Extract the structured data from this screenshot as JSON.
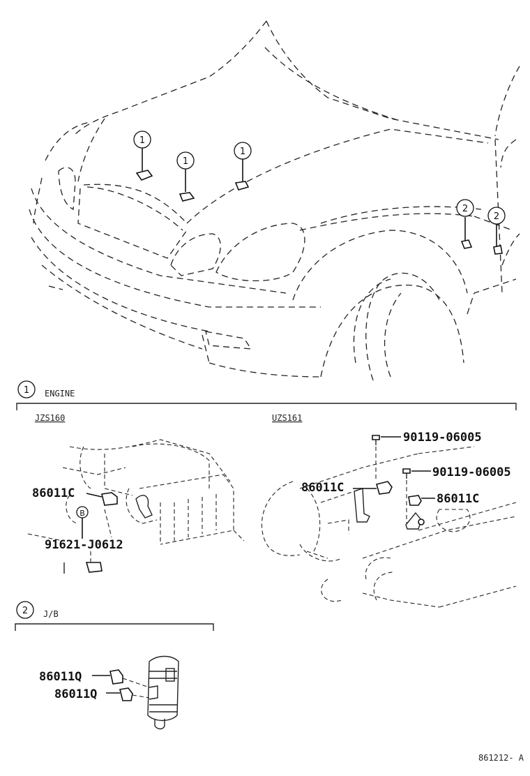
{
  "callouts": {
    "engine_num": "1",
    "jb_num": "2",
    "letter_b": "B"
  },
  "sections": {
    "engine_label": "ENGINE",
    "jb_label": "J/B"
  },
  "models": {
    "left": "JZS160",
    "right": "UZS161"
  },
  "part_numbers": {
    "sensor_left": "86011C",
    "bolt_left": "91621-J0612",
    "sensor_right_a": "86011C",
    "sensor_right_b": "86011C",
    "screw_a": "90119-06005",
    "screw_b": "90119-06005",
    "jb_a": "86011Q",
    "jb_b": "86011Q"
  },
  "footer": {
    "diagram_id": "861212- A"
  }
}
